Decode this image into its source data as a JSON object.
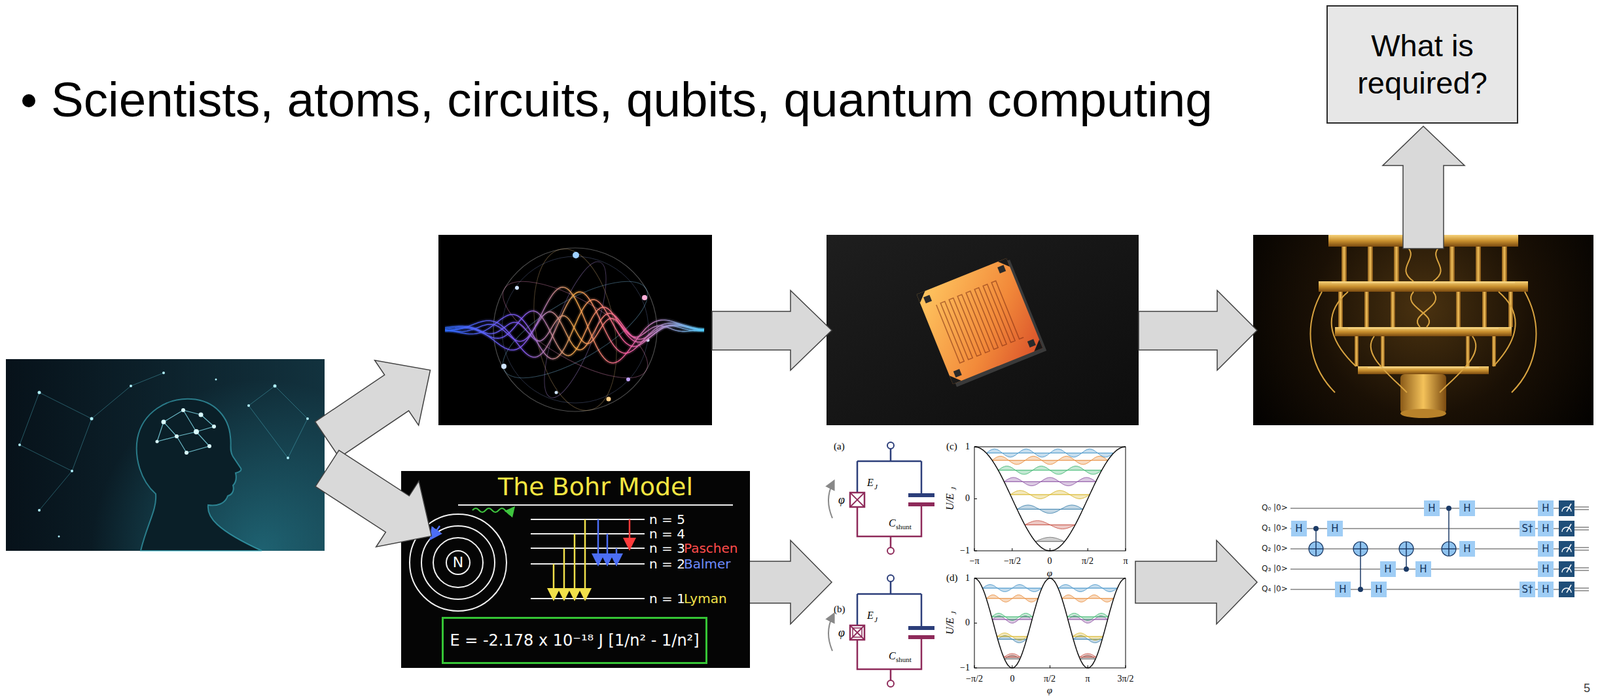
{
  "diagram": {
    "title": "Scientists, atoms, circuits, qubits, quantum computing",
    "nodes": [
      {
        "text": [
          "What is required?"
        ]
      },
      {
        "text": [
          "E = -2.178 x 10⁻¹⁸ J [1/n² - 1/n²]"
        ]
      }
    ],
    "labels": [
      "The Bohr Model",
      "N",
      "n = 5",
      "n = 4",
      "n = 3",
      "n = 2",
      "n = 1",
      "Paschen",
      "Balmer",
      "Lyman",
      "(a)",
      "φ",
      "E",
      "J",
      "C",
      "shunt",
      "(b)",
      "φ",
      "E",
      "J",
      "C",
      "shunt",
      "(c)",
      "1",
      "0",
      "−1",
      "U/E",
      "J",
      "−π",
      "−π/2",
      "0",
      "π/2",
      "π",
      "φ",
      "(d)",
      "1",
      "0",
      "−1",
      "U/E",
      "J",
      "−π/2",
      "0",
      "π/2",
      "π",
      "3π/2",
      "φ",
      "Q₀ |0>",
      "Q₁ |0>",
      "Q₂ |0>",
      "Q₃ |0>",
      "Q₄ |0>",
      "H",
      "H",
      "H",
      "H",
      "H",
      "S†",
      "H",
      "H",
      "H",
      "H",
      "H",
      "H",
      "H",
      "H",
      "S†",
      "H",
      "5"
    ]
  }
}
